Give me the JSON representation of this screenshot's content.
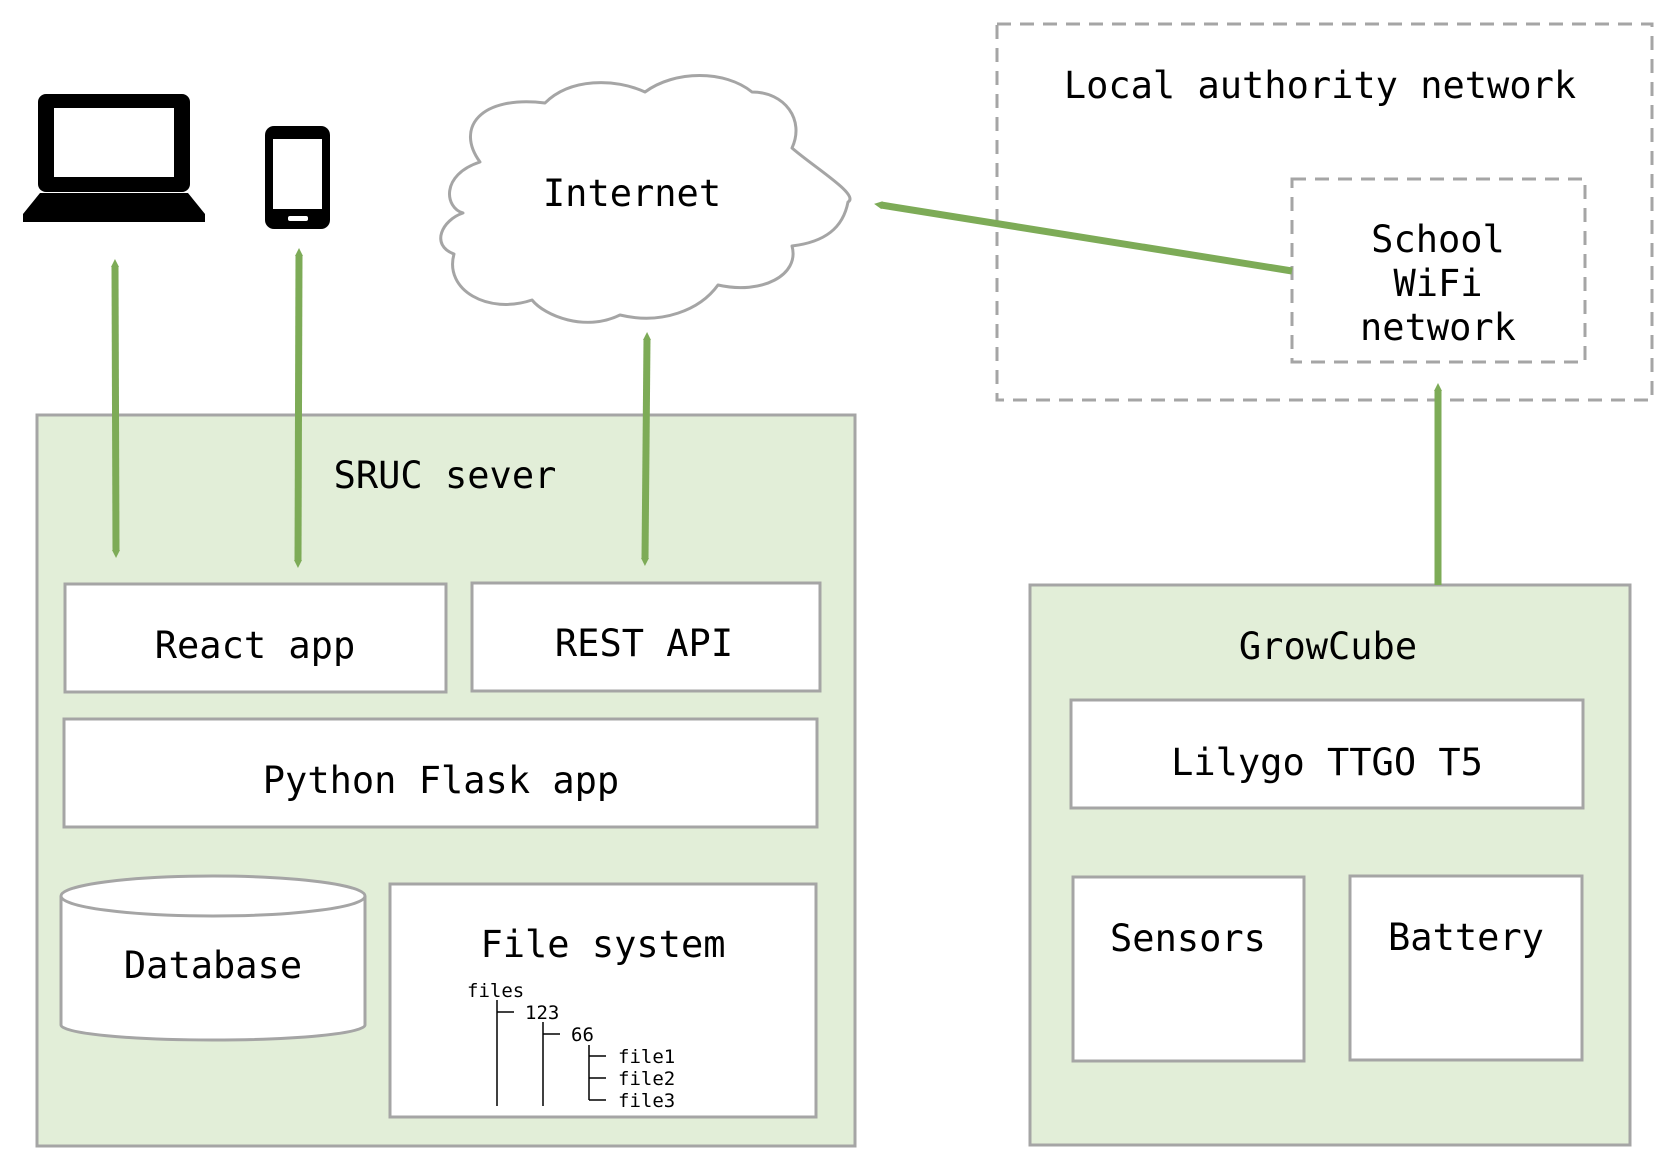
{
  "colors": {
    "server_fill": "#e2eed8",
    "box_border": "#a5a5a5",
    "arrow": "#7dab57",
    "dashed": "#a5a5a5"
  },
  "icons": [
    "laptop-icon",
    "smartphone-icon",
    "cloud-icon",
    "database-cylinder-icon"
  ],
  "internet": {
    "label": "Internet"
  },
  "local_authority": {
    "label": "Local authority network",
    "school_wifi": {
      "line1": "School",
      "line2": "WiFi",
      "line3": "network"
    }
  },
  "sruc_server": {
    "label": "SRUC sever",
    "react_app": "React app",
    "rest_api": "REST API",
    "python_flask": "Python Flask app",
    "database": "Database",
    "file_system": {
      "label": "File system",
      "tree": [
        "files",
        "123",
        "66",
        "file1",
        "file2",
        "file3"
      ]
    }
  },
  "growcube": {
    "label": "GrowCube",
    "board": "Lilygo TTGO T5",
    "sensors": "Sensors",
    "battery": "Battery"
  }
}
